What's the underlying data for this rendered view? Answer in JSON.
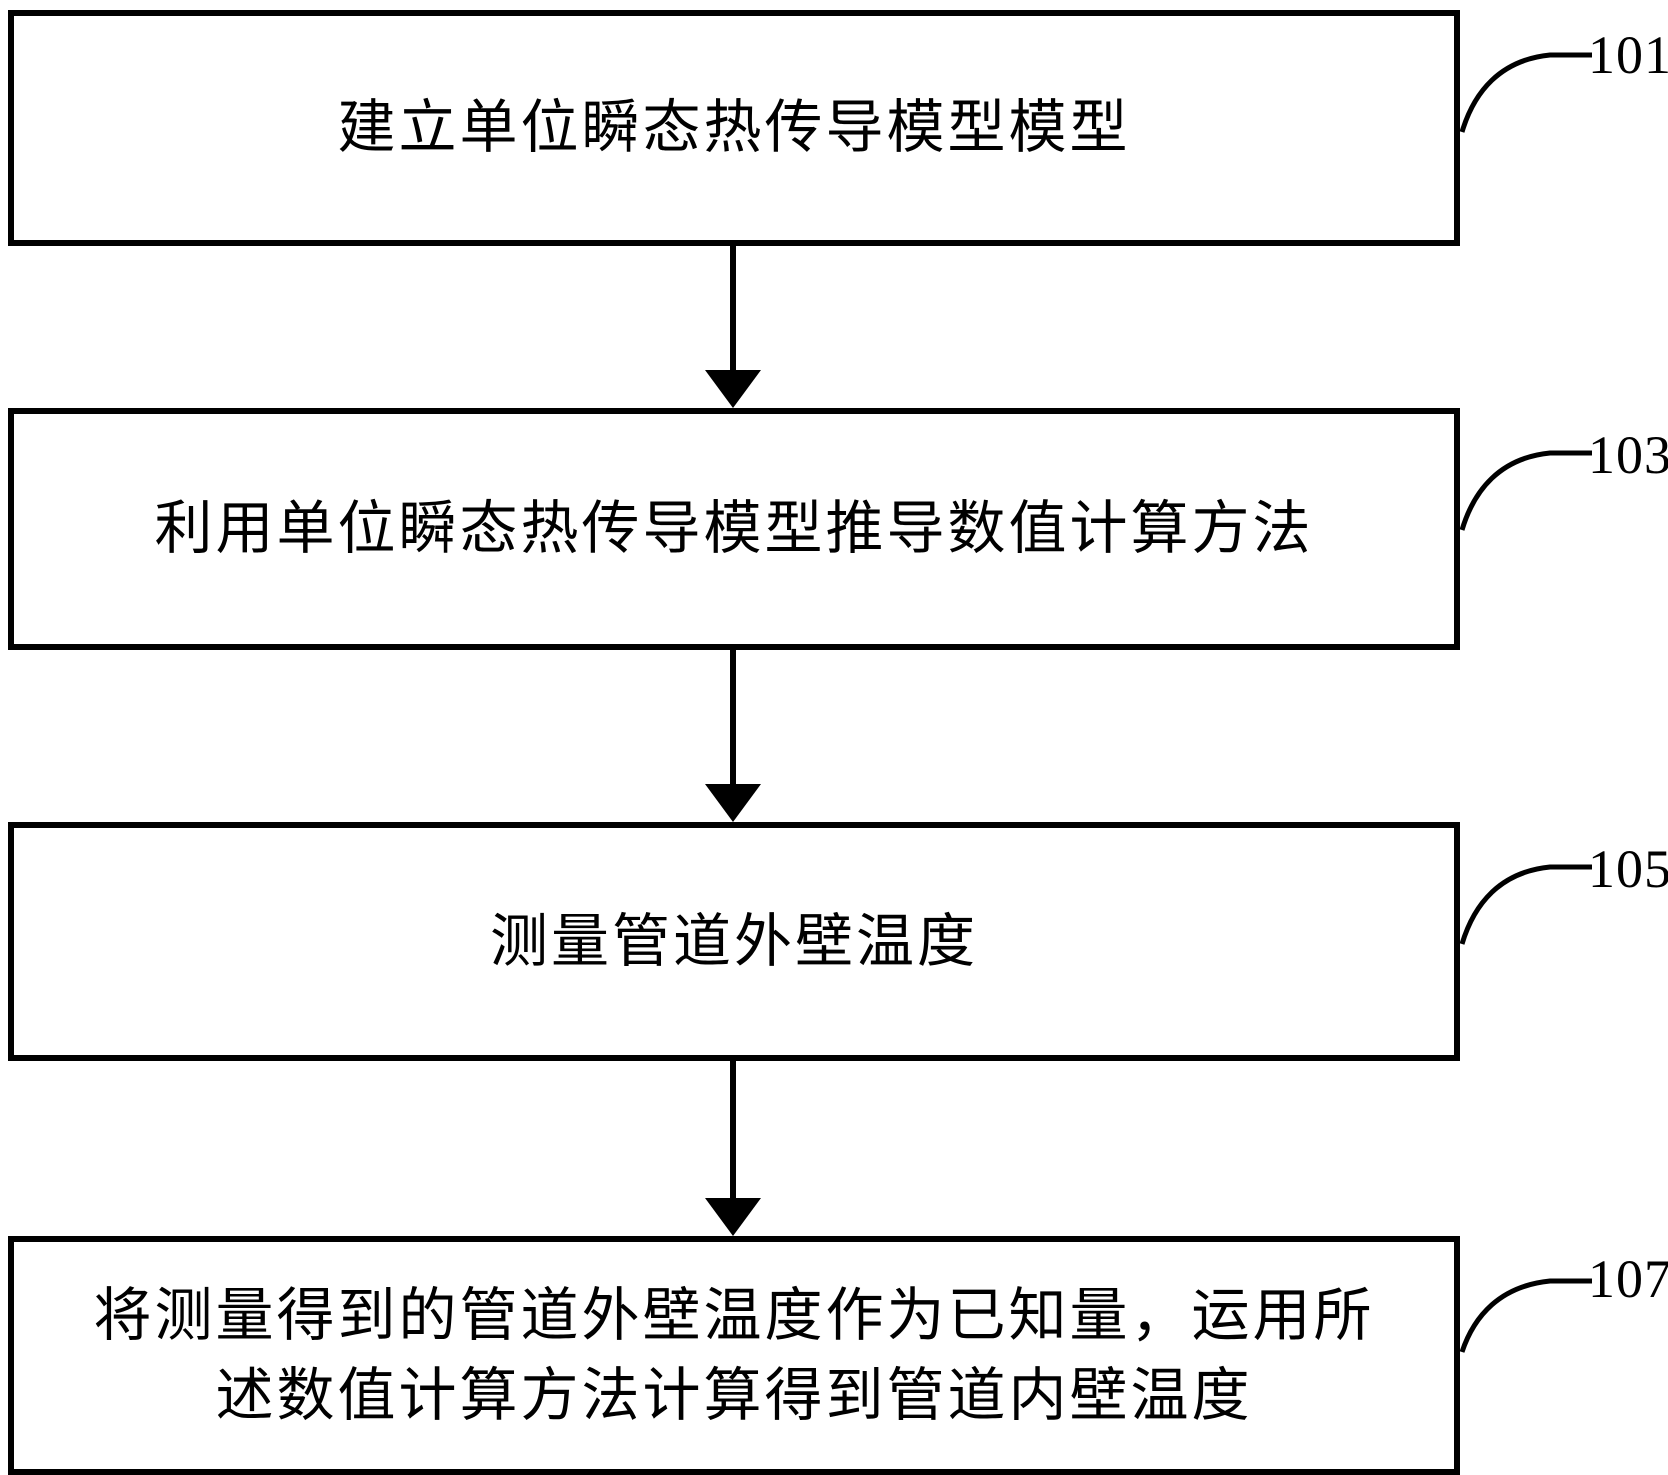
{
  "diagram": {
    "type": "flowchart",
    "direction": "top-down",
    "background_color": "#ffffff",
    "line_color": "#000000",
    "text_color": "#000000",
    "steps": [
      {
        "ref": "101",
        "text": "建立单位瞬态热传导模型模型",
        "lines": [
          "建立单位瞬态热传导模型模型"
        ]
      },
      {
        "ref": "103",
        "text": "利用单位瞬态热传导模型推导数值计算方法",
        "lines": [
          "利用单位瞬态热传导模型推导数值计算方法"
        ]
      },
      {
        "ref": "105",
        "text": "测量管道外壁温度",
        "lines": [
          "测量管道外壁温度"
        ]
      },
      {
        "ref": "107",
        "text": "将测量得到的管道外壁温度作为已知量，运用所述数值计算方法计算得到管道内壁温度",
        "lines": [
          "将测量得到的管道外壁温度作为已知量，运用所",
          "述数值计算方法计算得到管道内壁温度"
        ]
      }
    ],
    "connectors": [
      {
        "from": "101",
        "to": "103",
        "style": "solid-down-arrow"
      },
      {
        "from": "103",
        "to": "105",
        "style": "solid-down-arrow"
      },
      {
        "from": "105",
        "to": "107",
        "style": "solid-down-arrow"
      }
    ]
  }
}
